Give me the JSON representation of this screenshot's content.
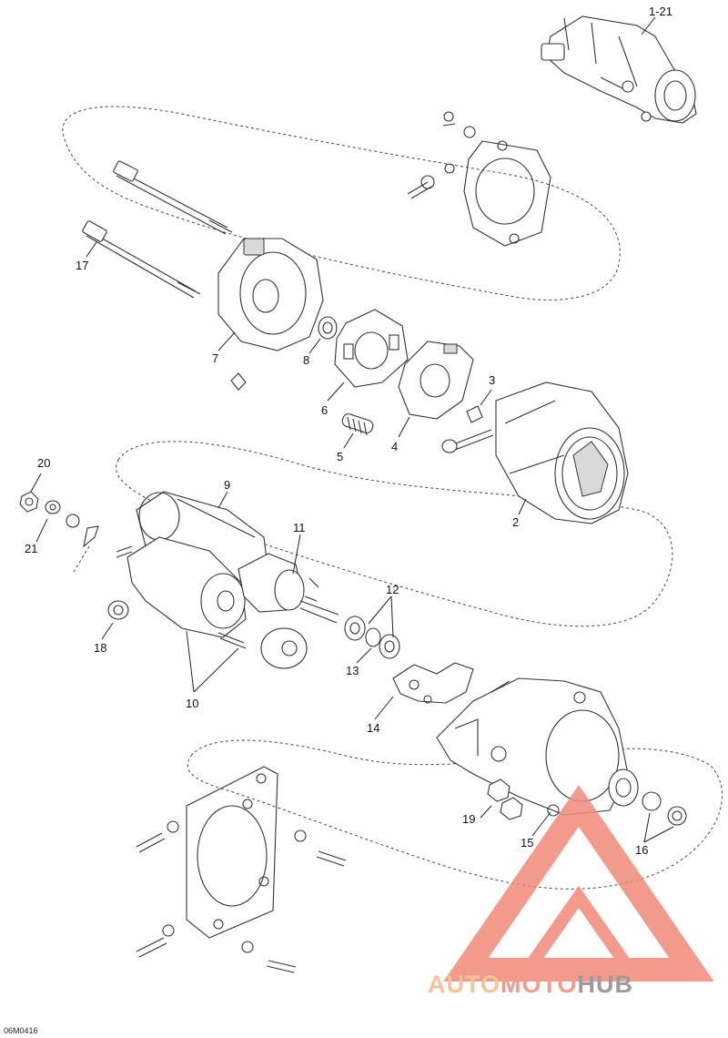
{
  "diagram": {
    "reference_code": "06M0416",
    "callouts": [
      {
        "id": "c1-21",
        "text": "1-21"
      },
      {
        "id": "c2",
        "text": "2"
      },
      {
        "id": "c3",
        "text": "3"
      },
      {
        "id": "c4",
        "text": "4"
      },
      {
        "id": "c5",
        "text": "5"
      },
      {
        "id": "c6",
        "text": "6"
      },
      {
        "id": "c7",
        "text": "7"
      },
      {
        "id": "c8",
        "text": "8"
      },
      {
        "id": "c9",
        "text": "9"
      },
      {
        "id": "c10",
        "text": "10"
      },
      {
        "id": "c11",
        "text": "11"
      },
      {
        "id": "c12",
        "text": "12"
      },
      {
        "id": "c13",
        "text": "13"
      },
      {
        "id": "c14",
        "text": "14"
      },
      {
        "id": "c15",
        "text": "15"
      },
      {
        "id": "c16",
        "text": "16"
      },
      {
        "id": "c17",
        "text": "17"
      },
      {
        "id": "c18",
        "text": "18"
      },
      {
        "id": "c19",
        "text": "19"
      },
      {
        "id": "c20",
        "text": "20"
      },
      {
        "id": "c21",
        "text": "21"
      }
    ]
  },
  "watermark": {
    "word_part1": "AUTO",
    "word_part2": "MOTO",
    "word_part3": "HUB",
    "color_primary": "#f08a7a",
    "color_secondary": "#f5b98a",
    "color_dark": "#8a8a8a"
  }
}
